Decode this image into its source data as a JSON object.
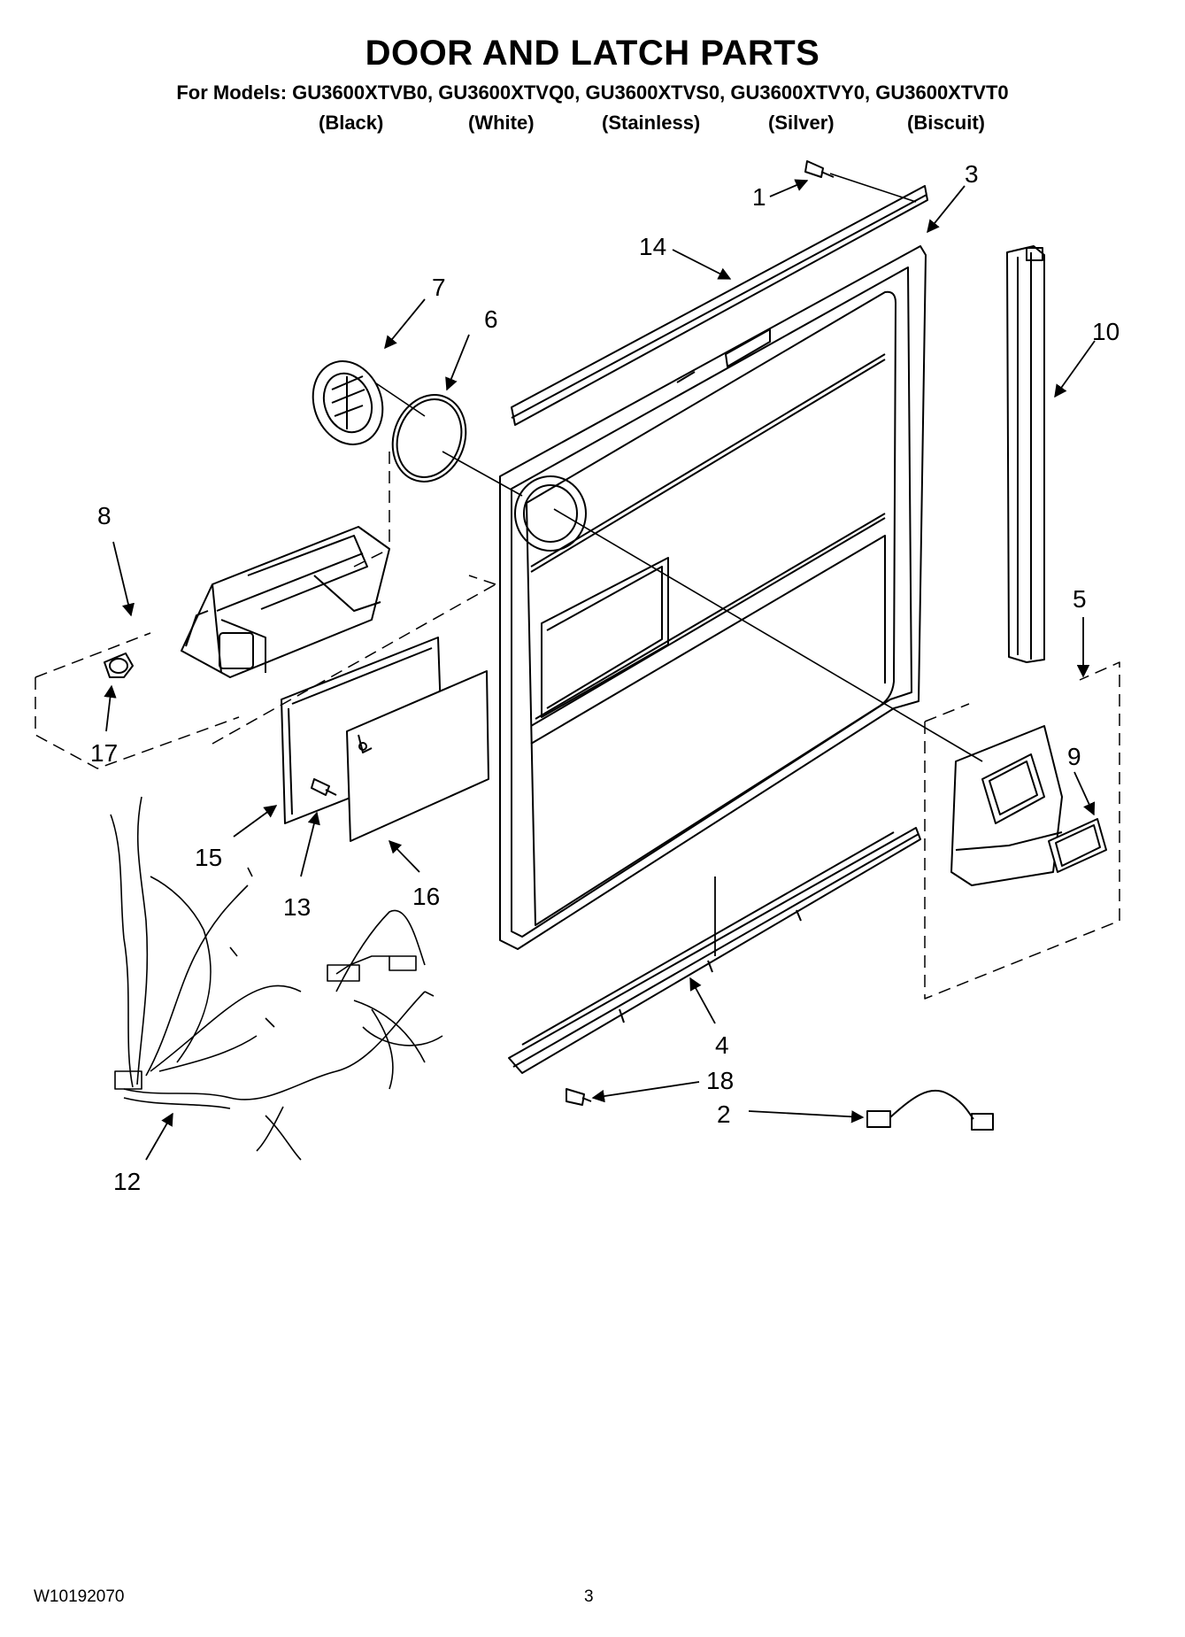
{
  "header": {
    "title": "DOOR AND LATCH PARTS",
    "models_line": "For Models: GU3600XTVB0, GU3600XTVQ0, GU3600XTVS0, GU3600XTVY0, GU3600XTVT0",
    "colors": [
      "(Black)",
      "(White)",
      "(Stainless)",
      "(Silver)",
      "(Biscuit)"
    ]
  },
  "callouts": {
    "c1": "1",
    "c2": "2",
    "c3": "3",
    "c4": "4",
    "c5": "5",
    "c6": "6",
    "c7": "7",
    "c8": "8",
    "c9": "9",
    "c10": "10",
    "c12": "12",
    "c13": "13",
    "c14": "14",
    "c15": "15",
    "c16": "16",
    "c17": "17",
    "c18": "18"
  },
  "footer": {
    "doc_number": "W10192070",
    "page_number": "3"
  }
}
